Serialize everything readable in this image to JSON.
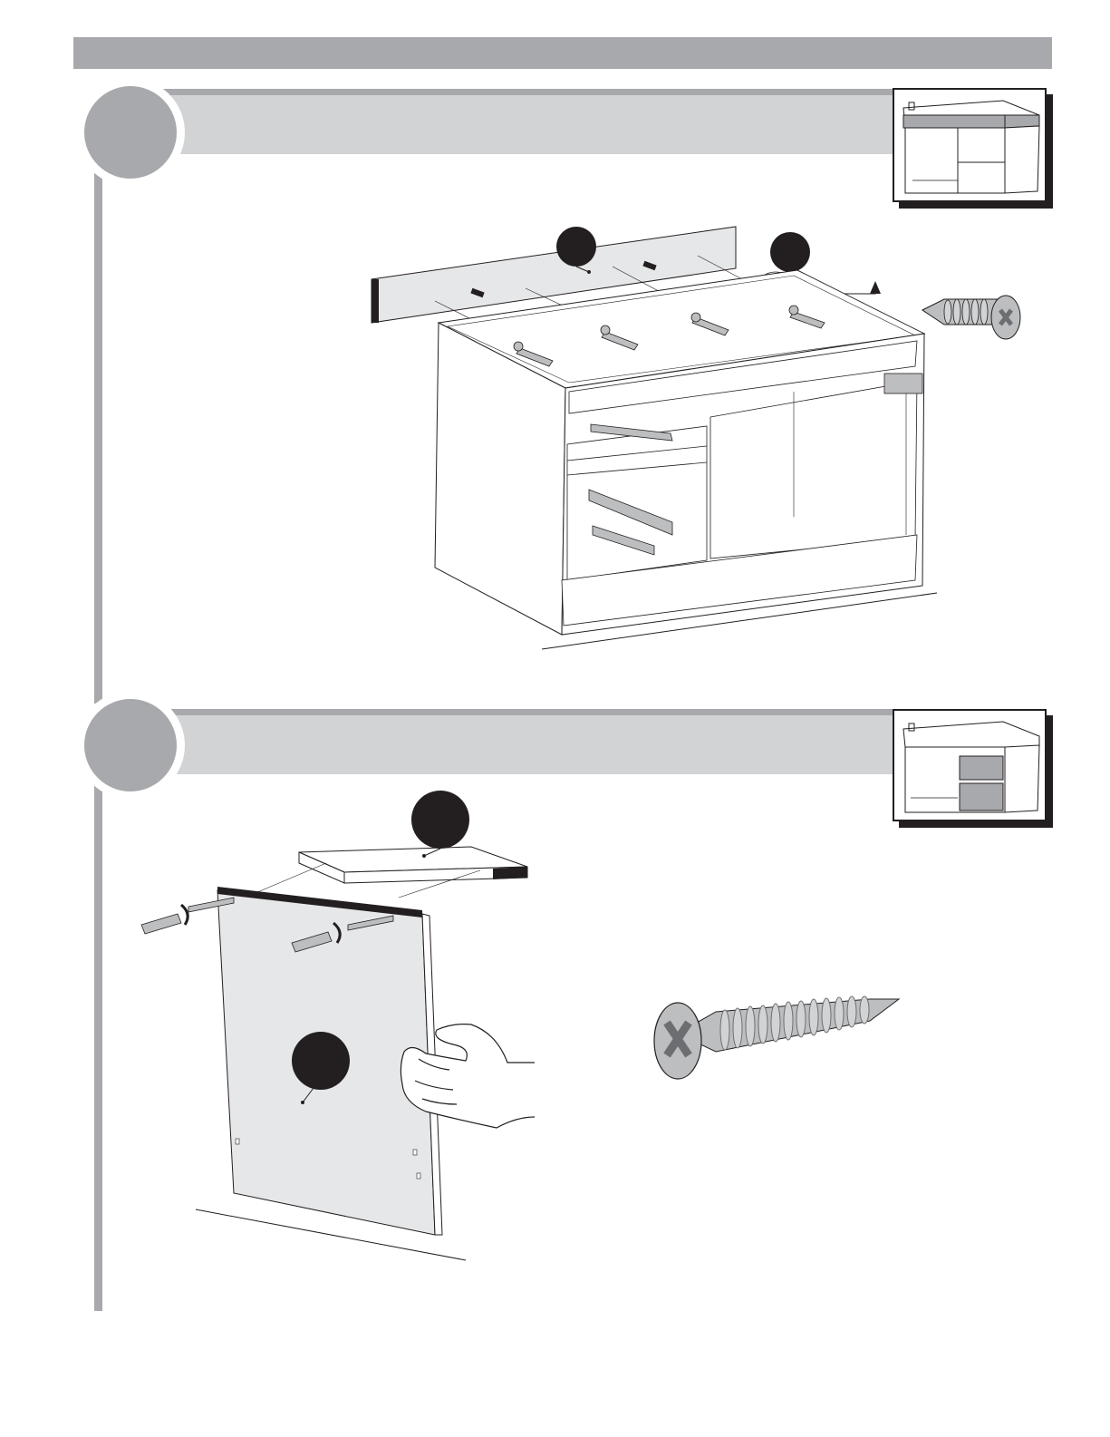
{
  "page": {
    "background": "#ffffff"
  },
  "colors": {
    "band_gray": "#d1d3d4",
    "bar_gray": "#a7a9ac",
    "panel_fill": "#e6e7e8",
    "edge_black": "#231f20",
    "screw_fill": "#bcbec0"
  },
  "steps": [
    {
      "id": "step-a",
      "badges": [
        "",
        ""
      ],
      "thumbnail": "cabinet-top-rail-highlight"
    },
    {
      "id": "step-b",
      "badges": [
        "",
        ""
      ],
      "thumbnail": "cabinet-drawer-fronts-highlight"
    }
  ],
  "icons": [
    "wood-screw-icon",
    "wood-screw-large-icon",
    "hand-icon",
    "dowel-icon",
    "cam-bolt-icon",
    "arrow-up-icon",
    "rotate-arrow-icon"
  ]
}
